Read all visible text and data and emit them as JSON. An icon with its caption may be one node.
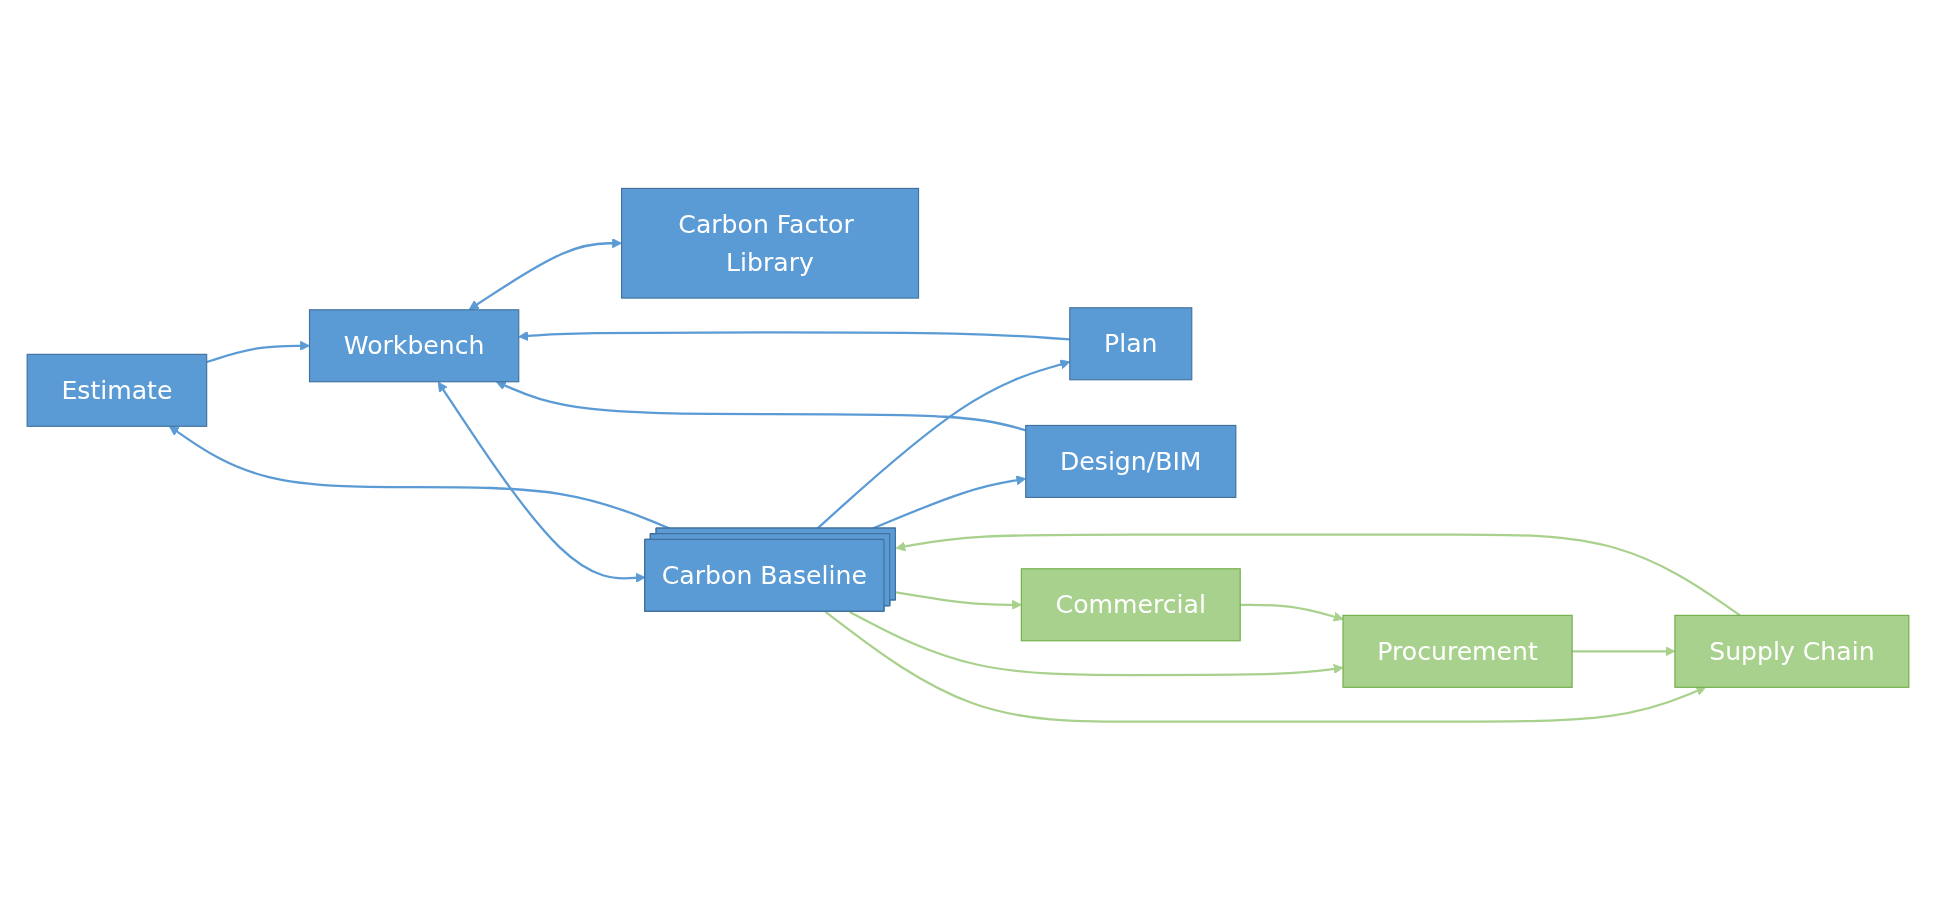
{
  "diagram": {
    "nodes": [
      {
        "text": [
          "Estimate"
        ]
      },
      {
        "text": [
          "Plan"
        ]
      },
      {
        "text": [
          "Design/BIM"
        ]
      },
      {
        "text": [
          "Workbench"
        ]
      },
      {
        "text": [
          "Carbon Factor Library"
        ]
      },
      {
        "text": [
          "Carbon Baseline"
        ]
      },
      {
        "text": [
          "Commercial"
        ]
      },
      {
        "text": [
          "Procurement"
        ]
      },
      {
        "text": [
          "Supply Chain"
        ]
      }
    ],
    "edges": [
      {
        "from": 0,
        "to": 3,
        "arrow": "to"
      },
      {
        "from": 1,
        "to": 3,
        "arrow": "to"
      },
      {
        "from": 2,
        "to": 3,
        "arrow": "to"
      },
      {
        "from": 3,
        "to": 4,
        "arrow": "both"
      },
      {
        "from": 3,
        "to": 5,
        "arrow": "both"
      },
      {
        "from": 5,
        "to": 6,
        "arrow": "to",
        "color": "#a9d18e"
      },
      {
        "from": 5,
        "to": 7,
        "arrow": "to",
        "color": "#a9d18e"
      },
      {
        "from": 5,
        "to": 8,
        "arrow": "to",
        "color": "#a9d18e"
      },
      {
        "from": 6,
        "to": 7,
        "arrow": "to",
        "color": "#a9d18e"
      },
      {
        "from": 7,
        "to": 8,
        "arrow": "to",
        "color": "#a9d18e"
      },
      {
        "from": 8,
        "to": 5,
        "arrow": "to",
        "color": "#a9d18e"
      },
      {
        "from": 5,
        "to": 0,
        "arrow": "to"
      },
      {
        "from": 5,
        "to": 1,
        "arrow": "to"
      },
      {
        "from": 5,
        "to": 2,
        "arrow": "to"
      }
    ]
  }
}
